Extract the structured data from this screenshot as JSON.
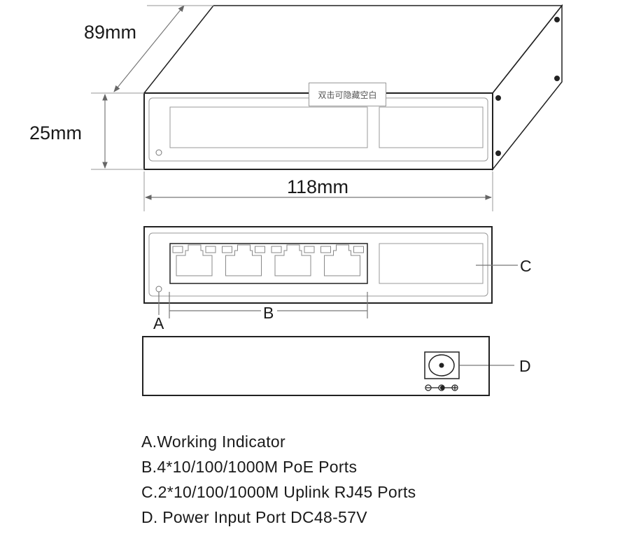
{
  "dimensions": {
    "depth": "89mm",
    "height": "25mm",
    "width": "118mm"
  },
  "tooltip": "双击可隐藏空白",
  "callouts": {
    "a": "A",
    "b": "B",
    "c": "C",
    "d": "D"
  },
  "legend": [
    "A.Working Indicator",
    "B.4*10/100/1000M PoE Ports",
    "C.2*10/100/1000M Uplink RJ45 Ports",
    "D. Power Input Port DC48-57V"
  ],
  "port_count": 4
}
